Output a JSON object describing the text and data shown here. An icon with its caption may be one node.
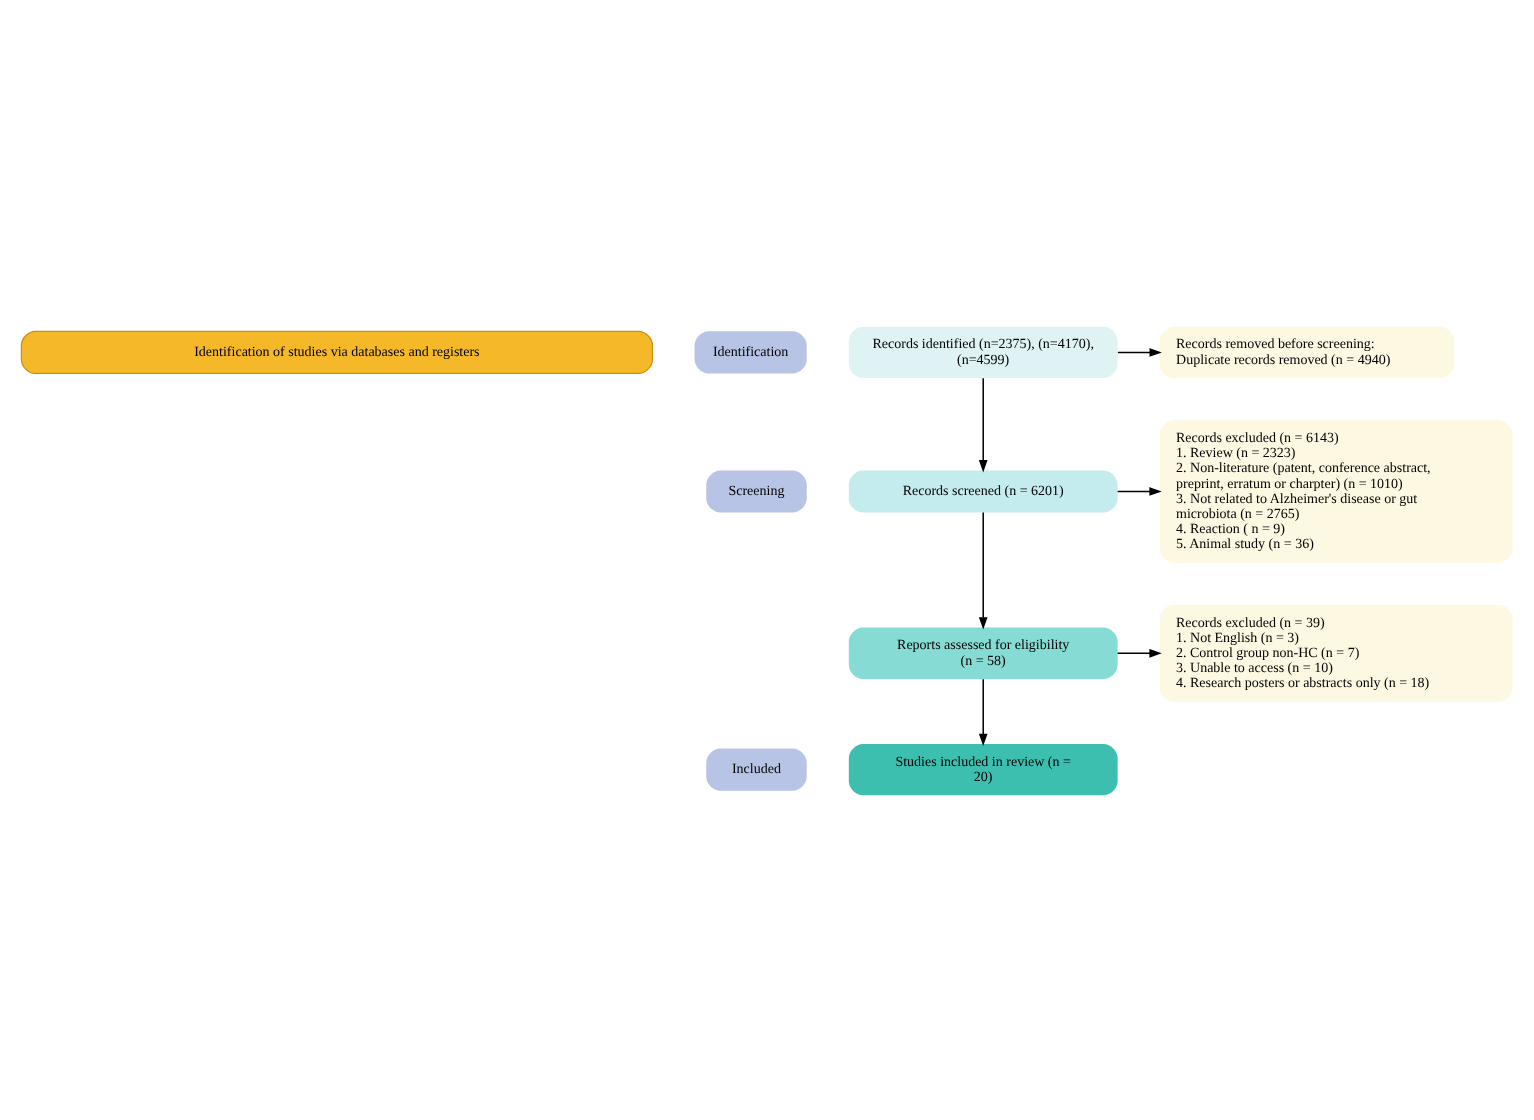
{
  "diagram": {
    "nodes": [
      {
        "text": [
          "Identification of studies via databases and registers"
        ]
      },
      {
        "text": [
          "Identification"
        ]
      },
      {
        "text": [
          "Screening"
        ]
      },
      {
        "text": [
          "Included"
        ]
      },
      {
        "text": [
          "Records identified (n=2375), (n=4170), (n=4599)"
        ]
      },
      {
        "text": [
          "Records removed before screening: Duplicate records removed (n = 4940)"
        ]
      },
      {
        "text": [
          "Records screened (n = 6201)"
        ]
      },
      {
        "text": [
          "Records excluded (n = 6143)",
          "1. Review (n = 2323)",
          "2. Non-literature (patent, conference abstract, preprint, erratum or charpter) (n = 1010)",
          "3. Not related to Alzheimer's disease or gut microbiota (n = 2765)",
          "4. Reaction ( n = 9)",
          "5. Animal study (n = 36)"
        ]
      },
      {
        "text": [
          "Reports assessed for eligibility (n = 58)"
        ]
      },
      {
        "text": [
          "Records excluded (n = 39)",
          "1. Not English (n = 3)",
          "2. Control group non-HC (n = 7)",
          "3. Unable to access (n = 10)",
          "4. Research posters or abstracts only (n = 18)"
        ]
      },
      {
        "text": [
          "Studies included in review (n = 20)"
        ]
      }
    ],
    "edges": [
      {
        "from": 4,
        "to": 5,
        "arrow": "to"
      },
      {
        "from": 4,
        "to": 6,
        "arrow": "to"
      },
      {
        "from": 6,
        "to": 7,
        "arrow": "to"
      },
      {
        "from": 6,
        "to": 8,
        "arrow": "to"
      },
      {
        "from": 8,
        "to": 9,
        "arrow": "to"
      },
      {
        "from": 8,
        "to": 10,
        "arrow": "to"
      }
    ]
  }
}
